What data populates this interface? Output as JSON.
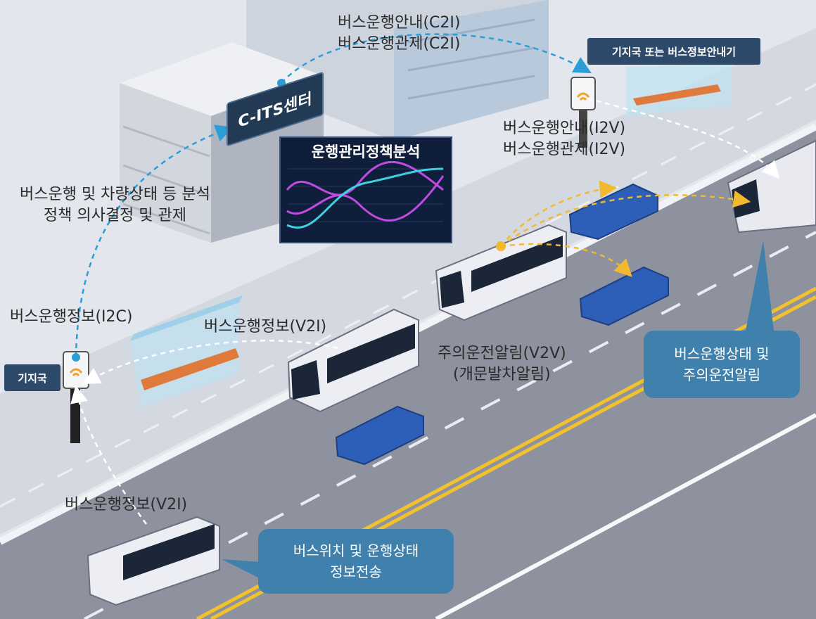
{
  "center_sign": "C-ITS센터",
  "analysis_panel": {
    "title": "운행관리정책분석"
  },
  "labels": {
    "c2i_1": "버스운행안내(C2I)",
    "c2i_2": "버스운행관제(C2I)",
    "i2v_1": "버스운행안내(I2V)",
    "i2v_2": "버스운행관제(I2V)",
    "analysis_1": "버스운행 및 차량상태 등 분석",
    "analysis_2": "정책 의사결정 및 관제",
    "i2c": "버스운행정보(I2C)",
    "v2i_top": "버스운행정보(V2I)",
    "v2i_bottom": "버스운행정보(V2I)",
    "v2v_1": "주의운전알림(V2V)",
    "v2v_2": "(개문발차알림)"
  },
  "tags": {
    "base_station": "기지국",
    "base_station_or_info": "기지국 또는 버스정보안내기"
  },
  "callouts": {
    "status_1": "버스운행상태 및",
    "status_2": "주의운전알림",
    "transmit_1": "버스위치 및 운행상태",
    "transmit_2": "정보전송"
  },
  "colors": {
    "link_blue": "#2a9fd6",
    "link_orange": "#f0b92e",
    "callout": "#3f80ad",
    "tag_dark": "#2e4a6b",
    "car_blue": "#2e5fb8"
  }
}
